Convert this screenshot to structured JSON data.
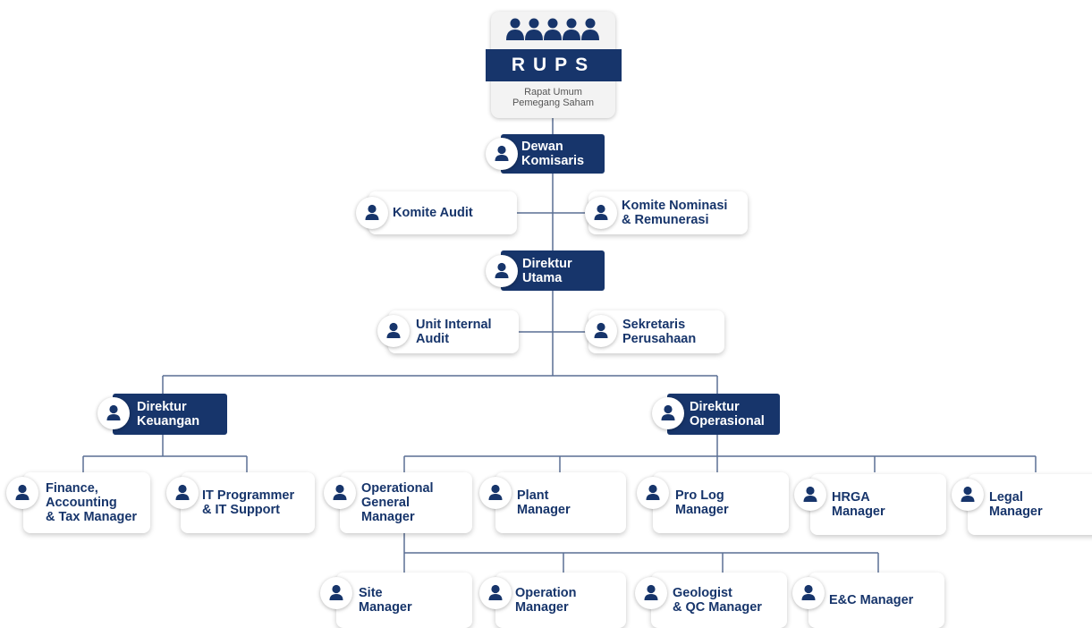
{
  "colors": {
    "navy": "#17356b",
    "line": "#5a6f94",
    "card": "#ffffff"
  },
  "rups": {
    "title": "RUPS",
    "subtitle": "Rapat Umum\nPemegang Saham",
    "icon": "people-group-icon"
  },
  "nodes": {
    "dewan_komisaris": "Dewan\nKomisaris",
    "komite_audit": "Komite Audit",
    "komite_nominasi": "Komite Nominasi\n& Remunerasi",
    "direktur_utama": "Direktur\nUtama",
    "unit_internal_audit": "Unit Internal\nAudit",
    "sekretaris_perusahaan": "Sekretaris\nPerusahaan",
    "direktur_keuangan": "Direktur\nKeuangan",
    "direktur_operasional": "Direktur\nOperasional",
    "finance_manager": "Finance,\nAccounting\n& Tax Manager",
    "it_programmer": "IT Programmer\n& IT Support",
    "operational_gm": "Operational\nGeneral\nManager",
    "plant_manager": "Plant\nManager",
    "pro_log_manager": "Pro Log\nManager",
    "hrga_manager": "HRGA\nManager",
    "legal_manager": "Legal\nManager",
    "site_manager": "Site\nManager",
    "operation_manager": "Operation\nManager",
    "geologist_manager": "Geologist\n& QC Manager",
    "ec_manager": "E&C Manager"
  },
  "node_icon": "person-icon"
}
